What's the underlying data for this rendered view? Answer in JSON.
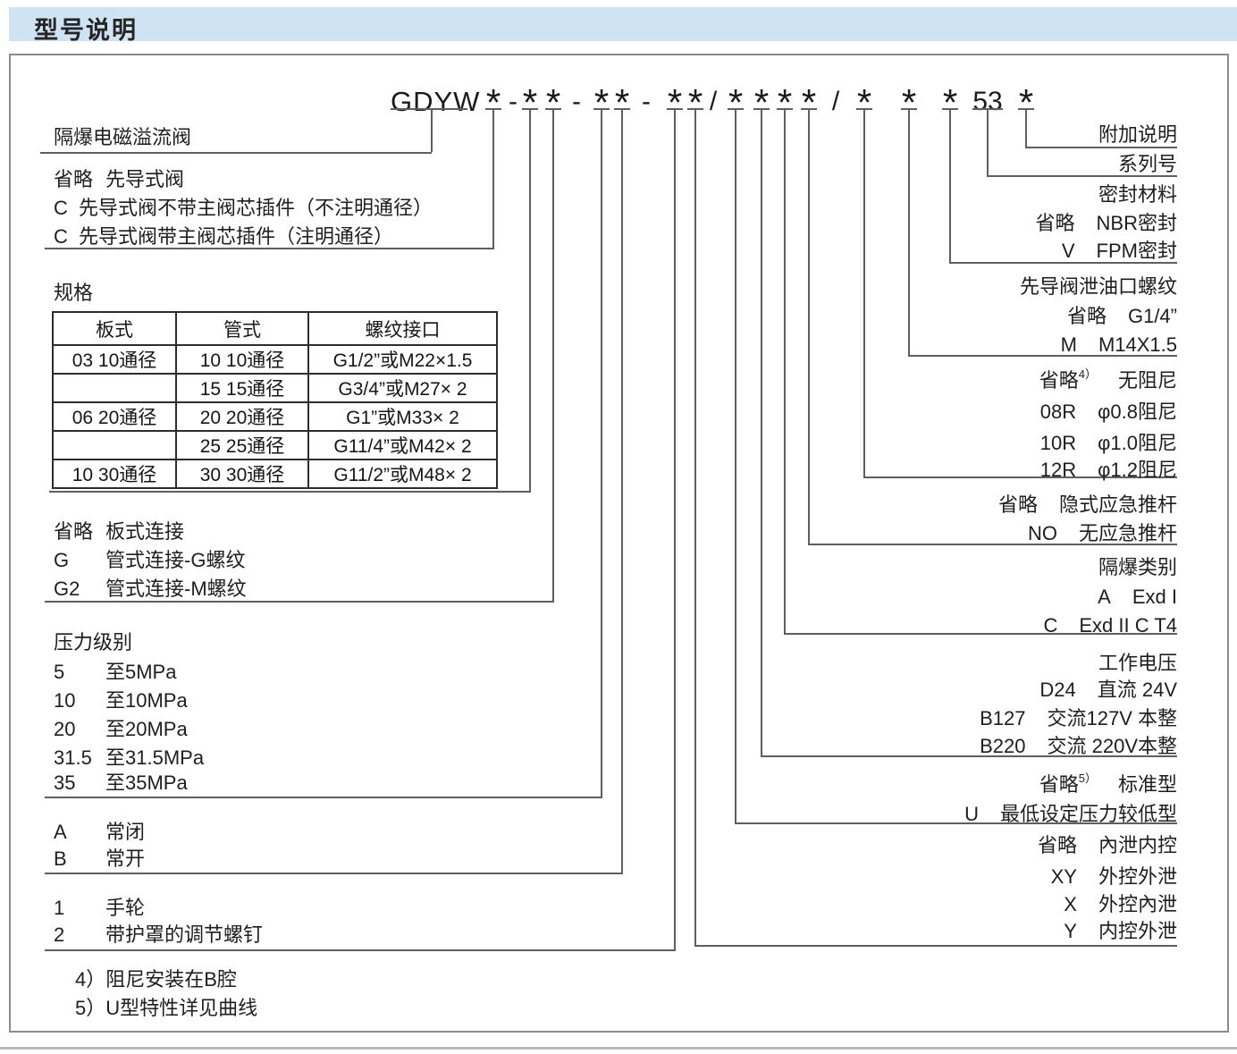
{
  "header": {
    "title": "型号说明"
  },
  "model_code": {
    "prefix": "GDYW",
    "tokens": [
      "*",
      "-",
      "*",
      "*",
      "-",
      "*",
      "*",
      "-",
      "*",
      "*",
      "/",
      "*",
      "*",
      "*",
      "*",
      "/",
      "*",
      "*",
      "*",
      "53",
      "*"
    ]
  },
  "left": {
    "valve_name": "隔爆电磁溢流阀",
    "pilot": {
      "rows": [
        {
          "code": "省略",
          "desc": "先导式阀"
        },
        {
          "code": "C",
          "desc": "先导式阀不带主阀芯插件（不注明通径）"
        },
        {
          "code": "C",
          "desc": "先导式阀带主阀芯插件（注明通径）"
        }
      ]
    },
    "spec_title": "规格",
    "connection": {
      "rows": [
        {
          "code": "省略",
          "desc": "板式连接"
        },
        {
          "code": "G",
          "desc": "管式连接-G螺纹"
        },
        {
          "code": "G2",
          "desc": "管式连接-M螺纹"
        }
      ]
    },
    "pressure": {
      "title": "压力级别",
      "rows": [
        {
          "code": "5",
          "desc": "至5MPa"
        },
        {
          "code": "10",
          "desc": "至10MPa"
        },
        {
          "code": "20",
          "desc": "至20MPa"
        },
        {
          "code": "31.5",
          "desc": "至31.5MPa"
        },
        {
          "code": "35",
          "desc": "至35MPa"
        }
      ]
    },
    "function": {
      "rows": [
        {
          "code": "A",
          "desc": "常闭"
        },
        {
          "code": "B",
          "desc": "常开"
        }
      ]
    },
    "adjust": {
      "rows": [
        {
          "code": "1",
          "desc": "手轮"
        },
        {
          "code": "2",
          "desc": "带护罩的调节螺钉"
        }
      ]
    }
  },
  "spec_table": {
    "headers": [
      "板式",
      "管式",
      "螺纹接口"
    ],
    "rows": [
      [
        "03  10通径",
        "10  10通径",
        "G1/2”或M22×1.5"
      ],
      [
        "",
        "15  15通径",
        "G3/4”或M27× 2"
      ],
      [
        "06  20通径",
        "20  20通径",
        "G1”或M33× 2"
      ],
      [
        "",
        "25  25通径",
        "G11/4”或M42× 2"
      ],
      [
        "10  30通径",
        "30  30通径",
        "G11/2”或M48× 2"
      ]
    ]
  },
  "right": {
    "addendum": "附加说明",
    "series_no": "系列号",
    "seal": {
      "title": "密封材料",
      "rows": [
        {
          "code": "省略",
          "desc": "NBR密封"
        },
        {
          "code": "V",
          "desc": "FPM密封"
        }
      ]
    },
    "drain_thread": {
      "title": "先导阀泄油口螺纹",
      "rows": [
        {
          "code": "省略",
          "desc": "G1/4”"
        },
        {
          "code": "M",
          "desc": "M14X1.5"
        }
      ]
    },
    "damping": {
      "rows": [
        {
          "code": "省略",
          "sup": "4）",
          "desc": "无阻尼"
        },
        {
          "code": "08R",
          "desc": "φ0.8阻尼"
        },
        {
          "code": "10R",
          "desc": "φ1.0阻尼"
        },
        {
          "code": "12R",
          "desc": "φ1.2阻尼"
        }
      ]
    },
    "push_rod": {
      "rows": [
        {
          "code": "省略",
          "desc": "隐式应急推杆"
        },
        {
          "code": "NO",
          "desc": "无应急推杆"
        }
      ]
    },
    "exd_class": {
      "title": "隔爆类别",
      "rows": [
        {
          "code": "A",
          "desc": "Exd I"
        },
        {
          "code": "C",
          "desc": "Exd II C T4"
        }
      ]
    },
    "voltage": {
      "title": "工作电压",
      "rows": [
        {
          "code": "D24",
          "desc": "直流 24V"
        },
        {
          "code": "B127",
          "desc": "交流127V 本整"
        },
        {
          "code": "B220",
          "desc": "交流 220V本整"
        }
      ]
    },
    "variant": {
      "rows": [
        {
          "code": "省略",
          "sup": "5）",
          "desc": "标准型"
        },
        {
          "code": "U",
          "desc": "最低设定压力较低型"
        }
      ]
    },
    "pilot_control": {
      "rows": [
        {
          "code": "省略",
          "desc": "內泄内控"
        },
        {
          "code": "XY",
          "desc": "外控外泄"
        },
        {
          "code": "X",
          "desc": "外控內泄"
        },
        {
          "code": "Y",
          "desc": "内控外泄"
        }
      ]
    }
  },
  "notes": [
    "4）阻尼安装在B腔",
    "5）U型特性详见曲线"
  ],
  "colors": {
    "header_bar": "#cfe3f2",
    "line": "#5f5f5f",
    "frame_border": "#8c8c8c"
  }
}
